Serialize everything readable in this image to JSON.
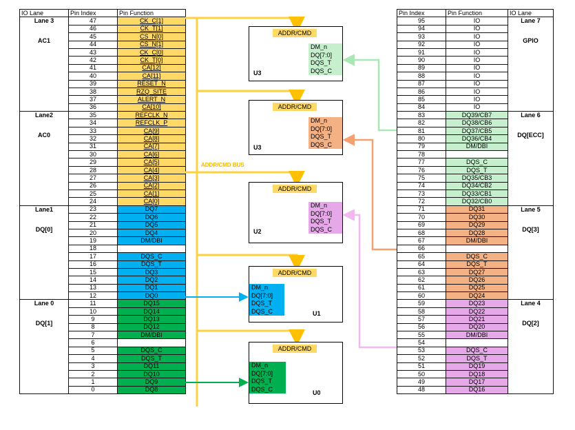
{
  "left_headers": [
    "IO Lane",
    "Pin Index",
    "Pin Function"
  ],
  "right_headers": [
    "Pin Index",
    "Pin Function",
    "IO Lane"
  ],
  "bus_label": "ADDR/CMD BUS",
  "lanes_left": [
    {
      "lane": "Lane 3",
      "group": "AC1",
      "rows": [
        [
          "47",
          "CK_C[1]"
        ],
        [
          "46",
          "CK_T[1]"
        ],
        [
          "45",
          "CS_N[0]"
        ],
        [
          "44",
          "CS_N[1]"
        ],
        [
          "43",
          "CK_C[0]"
        ],
        [
          "42",
          "CK_T[0]"
        ],
        [
          "41",
          "CA[12]"
        ],
        [
          "40",
          "CA[11]"
        ],
        [
          "39",
          "RESET_N"
        ],
        [
          "38",
          "RZQ_SITE"
        ],
        [
          "37",
          "ALERT_N"
        ],
        [
          "36",
          "CA[10]"
        ]
      ]
    },
    {
      "lane": "Lane2",
      "group": "AC0",
      "rows": [
        [
          "35",
          "REFCLK_N"
        ],
        [
          "34",
          "REFCLK_P"
        ],
        [
          "33",
          "CA[9]"
        ],
        [
          "32",
          "CA[8]"
        ],
        [
          "31",
          "CA[7]"
        ],
        [
          "30",
          "CA[6]"
        ],
        [
          "29",
          "CA[5]"
        ],
        [
          "28",
          "CA[4]"
        ],
        [
          "27",
          "CA[3]"
        ],
        [
          "26",
          "CA[2]"
        ],
        [
          "25",
          "CA[1]"
        ],
        [
          "24",
          "CA[0]"
        ]
      ]
    },
    {
      "lane": "Lane1",
      "group": "DQ[0]",
      "rows": [
        [
          "23",
          "DQ7"
        ],
        [
          "22",
          "DQ6"
        ],
        [
          "21",
          "DQ5"
        ],
        [
          "20",
          "DQ4"
        ],
        [
          "19",
          "DM/DBI"
        ],
        [
          "18",
          ""
        ],
        [
          "17",
          "DQS_C"
        ],
        [
          "16",
          "DQS_T"
        ],
        [
          "15",
          "DQ3"
        ],
        [
          "14",
          "DQ2"
        ],
        [
          "13",
          "DQ1"
        ],
        [
          "12",
          "DQ0"
        ]
      ]
    },
    {
      "lane": "Lane 0",
      "group": "DQ[1]",
      "rows": [
        [
          "11",
          "DQ15"
        ],
        [
          "10",
          "DQ14"
        ],
        [
          "9",
          "DQ13"
        ],
        [
          "8",
          "DQ12"
        ],
        [
          "7",
          "DM/DBI"
        ],
        [
          "6",
          ""
        ],
        [
          "5",
          "DQS_C"
        ],
        [
          "4",
          "DQS_T"
        ],
        [
          "3",
          "DQ11"
        ],
        [
          "2",
          "DQ10"
        ],
        [
          "1",
          "DQ9"
        ],
        [
          "0",
          "DQ8"
        ]
      ]
    }
  ],
  "lanes_right": [
    {
      "lane": "Lane 7",
      "group": "GPIO",
      "rows": [
        [
          "95",
          "IO"
        ],
        [
          "94",
          "IO"
        ],
        [
          "93",
          "IO"
        ],
        [
          "92",
          "IO"
        ],
        [
          "91",
          "IO"
        ],
        [
          "90",
          "IO"
        ],
        [
          "89",
          "IO"
        ],
        [
          "88",
          "IO"
        ],
        [
          "87",
          "IO"
        ],
        [
          "86",
          "IO"
        ],
        [
          "85",
          "IO"
        ],
        [
          "84",
          "IO"
        ]
      ]
    },
    {
      "lane": "Lane 6",
      "group": "DQ[ECC]",
      "rows": [
        [
          "83",
          "DQ39/CB7"
        ],
        [
          "82",
          "DQ38/CB6"
        ],
        [
          "81",
          "DQ37/CB5"
        ],
        [
          "80",
          "DQ36/CB4"
        ],
        [
          "79",
          "DM/DBI"
        ],
        [
          "78",
          ""
        ],
        [
          "77",
          "DQS_C"
        ],
        [
          "76",
          "DQS_T"
        ],
        [
          "75",
          "DQ35/CB3"
        ],
        [
          "74",
          "DQ34/CB2"
        ],
        [
          "73",
          "DQ33/CB1"
        ],
        [
          "72",
          "DQ32/CB0"
        ]
      ]
    },
    {
      "lane": "Lane 5",
      "group": "DQ[3]",
      "rows": [
        [
          "71",
          "DQ31"
        ],
        [
          "70",
          "DQ30"
        ],
        [
          "69",
          "DQ29"
        ],
        [
          "68",
          "DQ28"
        ],
        [
          "67",
          "DM/DBI"
        ],
        [
          "66",
          ""
        ],
        [
          "65",
          "DQS_C"
        ],
        [
          "64",
          "DQS_T"
        ],
        [
          "63",
          "DQ27"
        ],
        [
          "62",
          "DQ26"
        ],
        [
          "61",
          "DQ25"
        ],
        [
          "60",
          "DQ24"
        ]
      ]
    },
    {
      "lane": "Lane 4",
      "group": "DQ[2]",
      "rows": [
        [
          "59",
          "DQ23"
        ],
        [
          "58",
          "DQ22"
        ],
        [
          "57",
          "DQ21"
        ],
        [
          "56",
          "DQ20"
        ],
        [
          "55",
          "DM/DBI"
        ],
        [
          "54",
          ""
        ],
        [
          "53",
          "DQS_C"
        ],
        [
          "52",
          "DQS_T"
        ],
        [
          "51",
          "DQ19"
        ],
        [
          "50",
          "DQ18"
        ],
        [
          "49",
          "DQ17"
        ],
        [
          "48",
          "DQ16"
        ]
      ]
    }
  ],
  "chips": [
    {
      "name": "U3",
      "addr": "ADDR/CMD",
      "pins": [
        "DM_n",
        "DQ[7:0]",
        "DQS_T",
        "DQS_C"
      ]
    },
    {
      "name": "U3",
      "addr": "ADDR/CMD",
      "pins": [
        "DM_n",
        "DQ[7:0]",
        "DQS_T",
        "DQS_C"
      ]
    },
    {
      "name": "U2",
      "addr": "ADDR/CMD",
      "pins": [
        "DM_n",
        "DQ[7:0]",
        "DQS_T",
        "DQS_C"
      ]
    },
    {
      "name": "U1",
      "addr": "ADDR/CMD",
      "pins": [
        "DM_n",
        "DQ[7:0]",
        "DQS_T",
        "DQS_C"
      ]
    },
    {
      "name": "U0",
      "addr": "ADDR/CMD",
      "pins": [
        "DM_n",
        "DQ[7:0]",
        "DQS_T",
        "DQS_C"
      ]
    }
  ],
  "colors": {
    "ac": "#ffd966",
    "dq0": "#00b0f0",
    "dq1": "#00b050",
    "ecc": "#c6efce",
    "dq3": "#f4b183",
    "dq2": "#e6a8e8"
  }
}
